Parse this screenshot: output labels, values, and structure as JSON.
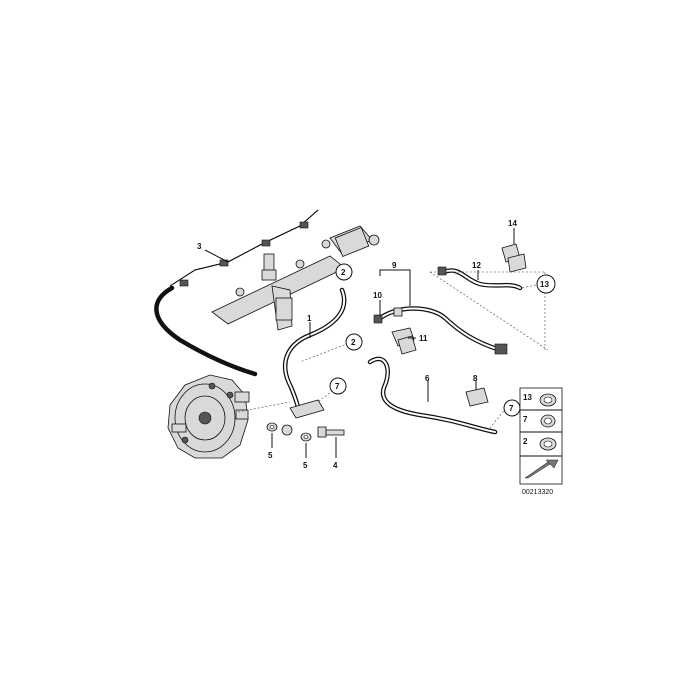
{
  "diagram": {
    "callouts": [
      {
        "id": "c1",
        "text": "1"
      },
      {
        "id": "c3",
        "text": "3"
      },
      {
        "id": "c4",
        "text": "4"
      },
      {
        "id": "c5a",
        "text": "5"
      },
      {
        "id": "c5b",
        "text": "5"
      },
      {
        "id": "c6",
        "text": "6"
      },
      {
        "id": "c8",
        "text": "8"
      },
      {
        "id": "c9",
        "text": "9"
      },
      {
        "id": "c10",
        "text": "10"
      },
      {
        "id": "c11",
        "text": "11"
      },
      {
        "id": "c12",
        "text": "12"
      },
      {
        "id": "c14",
        "text": "14"
      }
    ],
    "circled_refs": [
      {
        "id": "r2a",
        "text": "2"
      },
      {
        "id": "r2b",
        "text": "2"
      },
      {
        "id": "r7a",
        "text": "7"
      },
      {
        "id": "r7b",
        "text": "7"
      },
      {
        "id": "r13",
        "text": "13"
      }
    ],
    "legend": {
      "rows": [
        {
          "text": "13"
        },
        {
          "text": "7"
        },
        {
          "text": "2"
        }
      ]
    },
    "reference_number": "00213320"
  }
}
